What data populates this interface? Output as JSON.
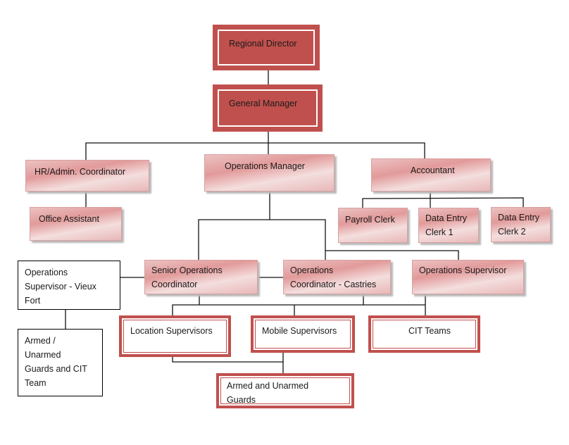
{
  "chart_title": "",
  "colors": {
    "dark_red": "#c0504d",
    "pink_light": "#f4dede",
    "pink_mid": "#e29a9a",
    "line": "#111111"
  },
  "nodes": {
    "regional_director": "Regional Director",
    "general_manager": "General Manager",
    "hr_admin_coordinator": "HR/Admin. Coordinator",
    "operations_manager": "Operations Manager",
    "accountant": "Accountant",
    "office_assistant": "Office Assistant",
    "payroll_clerk": "Payroll Clerk",
    "data_entry_clerk_1": "Data Entry\nClerk 1",
    "data_entry_clerk_2": "Data Entry\nClerk 2",
    "ops_supervisor_vieux_fort": "Operations\nSupervisor - Vieux\nFort",
    "senior_ops_coordinator": "Senior Operations\nCoordinator",
    "ops_coordinator_castries": "Operations\nCoordinator - Castries",
    "operations_supervisor": "Operations Supervisor",
    "armed_unarmed_guards_cit_team": "Armed /\nUnarmed\nGuards and CIT\nTeam",
    "location_supervisors": "Location Supervisors",
    "mobile_supervisors": "Mobile Supervisors",
    "cit_teams": "CIT Teams",
    "armed_unarmed_guards": "Armed and Unarmed\nGuards"
  },
  "hierarchy": [
    {
      "parent": "Regional Director",
      "children": [
        "General Manager"
      ]
    },
    {
      "parent": "General Manager",
      "children": [
        "HR/Admin. Coordinator",
        "Operations Manager",
        "Accountant"
      ]
    },
    {
      "parent": "HR/Admin. Coordinator",
      "children": [
        "Office Assistant"
      ]
    },
    {
      "parent": "Accountant",
      "children": [
        "Payroll Clerk",
        "Data Entry Clerk 1",
        "Data Entry Clerk 2"
      ]
    },
    {
      "parent": "Operations Manager",
      "children": [
        "Senior Operations Coordinator",
        "Operations Coordinator - Castries",
        "Operations Supervisor"
      ]
    },
    {
      "parent": "Senior Operations Coordinator",
      "children": [
        "Operations Supervisor - Vieux Fort"
      ]
    },
    {
      "parent": "Operations Supervisor - Vieux Fort",
      "children": [
        "Armed / Unarmed Guards and CIT Team"
      ]
    },
    {
      "parent": "Operations Coordinator - Castries",
      "children": [
        "Location Supervisors",
        "Mobile Supervisors",
        "CIT Teams"
      ]
    },
    {
      "parent": "Mobile Supervisors",
      "children": [
        "Armed and Unarmed Guards"
      ]
    }
  ]
}
